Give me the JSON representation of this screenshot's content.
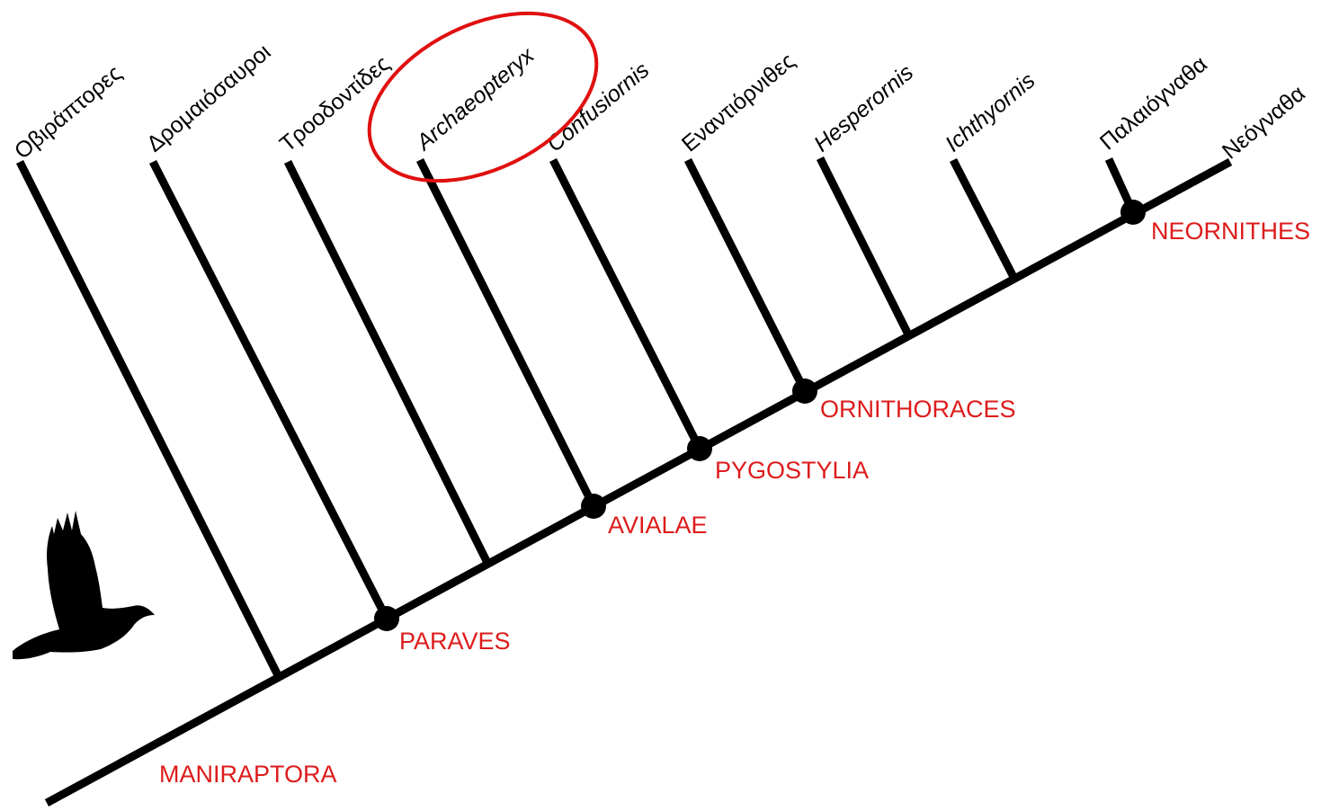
{
  "colors": {
    "line": "#000000",
    "modern_name": "#000000",
    "fossil_name": "#1a1acc",
    "clade": "#dd1c1c",
    "highlight": "#e01010",
    "silhouette": "#000000"
  },
  "taxa": [
    {
      "name": "Οβιράπτορες",
      "italic": false,
      "color_key": "modern_name"
    },
    {
      "name": "Δρομαιόσαυροι",
      "italic": false,
      "color_key": "modern_name"
    },
    {
      "name": "Τροοδοντίδες",
      "italic": false,
      "color_key": "modern_name"
    },
    {
      "name": "Archaeopteryx",
      "italic": true,
      "color_key": "fossil_name"
    },
    {
      "name": "Confusiornis",
      "italic": true,
      "color_key": "fossil_name"
    },
    {
      "name": "Εναντιόρνιθες",
      "italic": false,
      "color_key": "modern_name"
    },
    {
      "name": "Hesperornis",
      "italic": true,
      "color_key": "fossil_name"
    },
    {
      "name": "Ichthyornis",
      "italic": true,
      "color_key": "fossil_name"
    },
    {
      "name": "Παλαιόγναθα",
      "italic": false,
      "color_key": "modern_name"
    },
    {
      "name": "Νεόγναθα",
      "italic": false,
      "color_key": "modern_name"
    }
  ],
  "clades": [
    {
      "name": "MANIRAPTORA",
      "has_node": false
    },
    {
      "name": "PARAVES",
      "has_node": true
    },
    {
      "name": "AVIALAE",
      "has_node": true
    },
    {
      "name": "PYGOSTYLIA",
      "has_node": true
    },
    {
      "name": "ORNITHORACES",
      "has_node": true
    },
    {
      "name": "NEORNITHES",
      "has_node": true
    }
  ],
  "highlighted_taxon": "Archaeopteryx",
  "silhouette_icon": "flying-bird-icon"
}
